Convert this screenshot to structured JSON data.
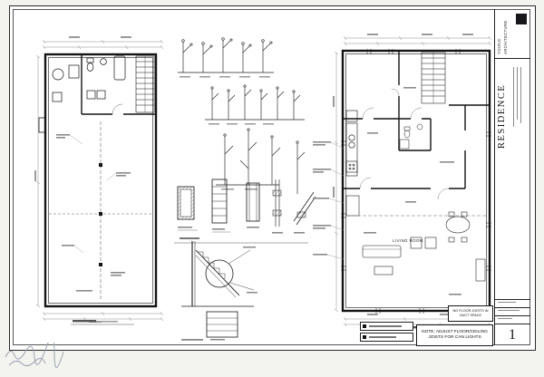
{
  "page": {
    "paper_color": "#ffffff",
    "ink_color": "#1c1c1c",
    "muted_ink": "#8a8a8a"
  },
  "title_block": {
    "firm_line1": "YOUNG",
    "firm_line2": "ARCHITECTURE",
    "project_name": "RESIDENCE",
    "sheet_number": "1"
  },
  "plan_labels": {
    "living_room": "LIVING ROOM"
  },
  "notes": {
    "duct_note": "NO FLOOR JOISTS IN DUCT SPACE",
    "adjust_note": "NOTE: ADJUST FLOOR/CEILING JOISTS FOR CAN LIGHTS"
  }
}
